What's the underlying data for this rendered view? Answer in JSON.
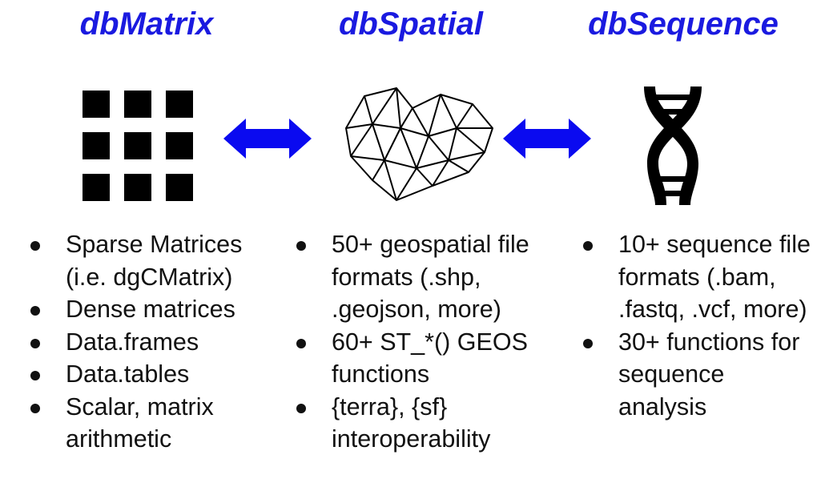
{
  "colors": {
    "title": "#1a1ae0",
    "arrow": "#0a0af0",
    "icon": "#000000"
  },
  "sections": [
    {
      "title": "dbMatrix",
      "icon": "grid-icon",
      "bullets": [
        "Sparse Matrices (i.e. dgCMatrix)",
        "Dense matrices",
        "Data.frames",
        "Data.tables",
        "Scalar, matrix arithmetic"
      ]
    },
    {
      "title": "dbSpatial",
      "icon": "triangulated-mesh-icon",
      "bullets": [
        "50+ geospatial file formats (.shp, .geojson, more)",
        "60+ ST_*() GEOS functions",
        "{terra}, {sf} interoperability"
      ]
    },
    {
      "title": "dbSequence",
      "icon": "dna-helix-icon",
      "bullets": [
        "10+ sequence file formats (.bam, .fastq, .vcf, more)",
        "30+ functions for sequence analysis"
      ]
    }
  ],
  "connectors": [
    "double-arrow-icon",
    "double-arrow-icon"
  ]
}
